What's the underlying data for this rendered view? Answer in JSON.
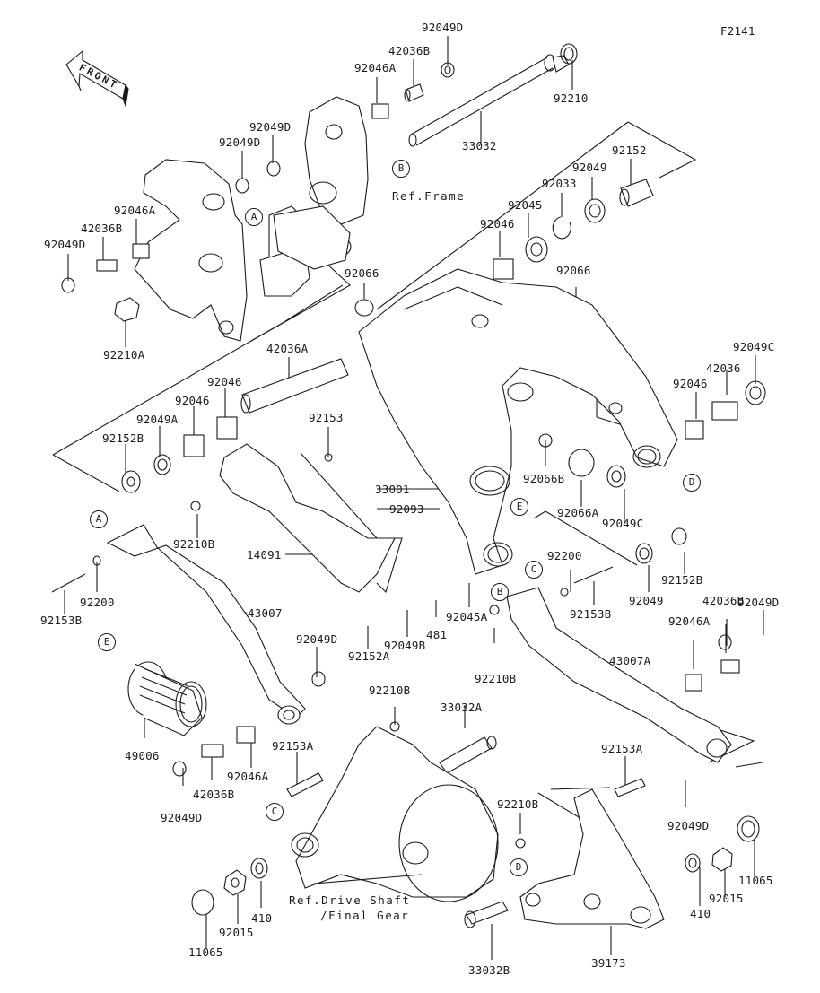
{
  "diagram": {
    "figure_code": "F2141",
    "front_indicator": "FRONT",
    "references": {
      "frame": "Ref.Frame",
      "drive_shaft_line1": "Ref.Drive Shaft",
      "drive_shaft_line2": "/Final Gear"
    },
    "callouts": [
      "A",
      "B",
      "C",
      "D",
      "E"
    ],
    "parts": [
      {
        "id": "p01",
        "number": "92049D"
      },
      {
        "id": "p02",
        "number": "42036B"
      },
      {
        "id": "p03",
        "number": "92046A"
      },
      {
        "id": "p04",
        "number": "92210"
      },
      {
        "id": "p05",
        "number": "33032"
      },
      {
        "id": "p06",
        "number": "92049D"
      },
      {
        "id": "p07",
        "number": "92049D"
      },
      {
        "id": "p08",
        "number": "92152"
      },
      {
        "id": "p09",
        "number": "92049"
      },
      {
        "id": "p10",
        "number": "92033"
      },
      {
        "id": "p11",
        "number": "92045"
      },
      {
        "id": "p12",
        "number": "92046"
      },
      {
        "id": "p13",
        "number": "92046A"
      },
      {
        "id": "p14",
        "number": "42036B"
      },
      {
        "id": "p15",
        "number": "92049D"
      },
      {
        "id": "p16",
        "number": "92066"
      },
      {
        "id": "p17",
        "number": "92066"
      },
      {
        "id": "p18",
        "number": "92210A"
      },
      {
        "id": "p19",
        "number": "42036A"
      },
      {
        "id": "p20",
        "number": "92049C"
      },
      {
        "id": "p21",
        "number": "42036"
      },
      {
        "id": "p22",
        "number": "92046"
      },
      {
        "id": "p23",
        "number": "92046"
      },
      {
        "id": "p24",
        "number": "92046"
      },
      {
        "id": "p25",
        "number": "92049A"
      },
      {
        "id": "p26",
        "number": "92153"
      },
      {
        "id": "p27",
        "number": "92152B"
      },
      {
        "id": "p28",
        "number": "33001"
      },
      {
        "id": "p29",
        "number": "92066B"
      },
      {
        "id": "p30",
        "number": "92093"
      },
      {
        "id": "p31",
        "number": "92066A"
      },
      {
        "id": "p32",
        "number": "92049C"
      },
      {
        "id": "p33",
        "number": "92210B"
      },
      {
        "id": "p34",
        "number": "92200"
      },
      {
        "id": "p35",
        "number": "14091"
      },
      {
        "id": "p36",
        "number": "92152B"
      },
      {
        "id": "p37",
        "number": "92153B"
      },
      {
        "id": "p38",
        "number": "92200"
      },
      {
        "id": "p39",
        "number": "92049"
      },
      {
        "id": "p40",
        "number": "92153B"
      },
      {
        "id": "p41",
        "number": "43007"
      },
      {
        "id": "p42",
        "number": "92045A"
      },
      {
        "id": "p43",
        "number": "481"
      },
      {
        "id": "p44",
        "number": "92049B"
      },
      {
        "id": "p45",
        "number": "92152A"
      },
      {
        "id": "p46",
        "number": "92210B"
      },
      {
        "id": "p47",
        "number": "92049D"
      },
      {
        "id": "p48",
        "number": "43007A"
      },
      {
        "id": "p49",
        "number": "42036B"
      },
      {
        "id": "p50",
        "number": "92046A"
      },
      {
        "id": "p51",
        "number": "92049D"
      },
      {
        "id": "p52",
        "number": "92210B"
      },
      {
        "id": "p53",
        "number": "33032A"
      },
      {
        "id": "p54",
        "number": "49006"
      },
      {
        "id": "p55",
        "number": "92153A"
      },
      {
        "id": "p56",
        "number": "92046A"
      },
      {
        "id": "p57",
        "number": "42036B"
      },
      {
        "id": "p58",
        "number": "92153A"
      },
      {
        "id": "p59",
        "number": "92049D"
      },
      {
        "id": "p60",
        "number": "92049D"
      },
      {
        "id": "p61",
        "number": "92210B"
      },
      {
        "id": "p62",
        "number": "11065"
      },
      {
        "id": "p63",
        "number": "92015"
      },
      {
        "id": "p64",
        "number": "410"
      },
      {
        "id": "p65",
        "number": "410"
      },
      {
        "id": "p66",
        "number": "92015"
      },
      {
        "id": "p67",
        "number": "11065"
      },
      {
        "id": "p68",
        "number": "33032B"
      },
      {
        "id": "p69",
        "number": "39173"
      }
    ]
  }
}
